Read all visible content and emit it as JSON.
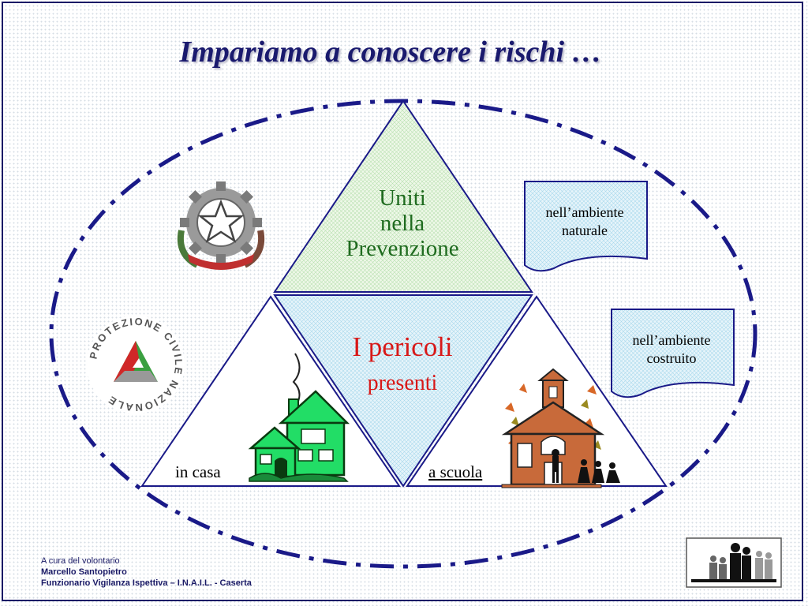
{
  "title": "Impariamo a conoscere i rischi …",
  "center_top": [
    "Uniti",
    "nella",
    "Prevenzione"
  ],
  "center_middle": {
    "main": "I pericoli",
    "sub": "presenti"
  },
  "bottom_left_label": "in casa",
  "bottom_right_label": "a scuola",
  "notes": [
    {
      "line1": "nell’ambiente",
      "line2": "naturale"
    },
    {
      "line1": "nell’ambiente",
      "line2": "costruito"
    }
  ],
  "logos": {
    "emblem_icon": "italian-republic-emblem-icon",
    "civil_protection_icon": "protezione-civile-logo-icon",
    "civil_protection_text": "PROTEZIONE CIVILE NAZIONALE",
    "family_icon": "family-pictogram-icon"
  },
  "footer": {
    "line1": "A cura del volontario",
    "line2": "Marcello Santopietro",
    "line3": "Funzionario Vigilanza Ispettiva – I.N.A.I.L. - Caserta"
  },
  "colors": {
    "title": "#1a1a6e",
    "ellipse": "#1a1a88",
    "triangle_outline": "#1a1a88",
    "green_text": "#1f6b1f",
    "red_text": "#d81818",
    "house_green": "#22dd66",
    "school_brown": "#c86a3a"
  }
}
